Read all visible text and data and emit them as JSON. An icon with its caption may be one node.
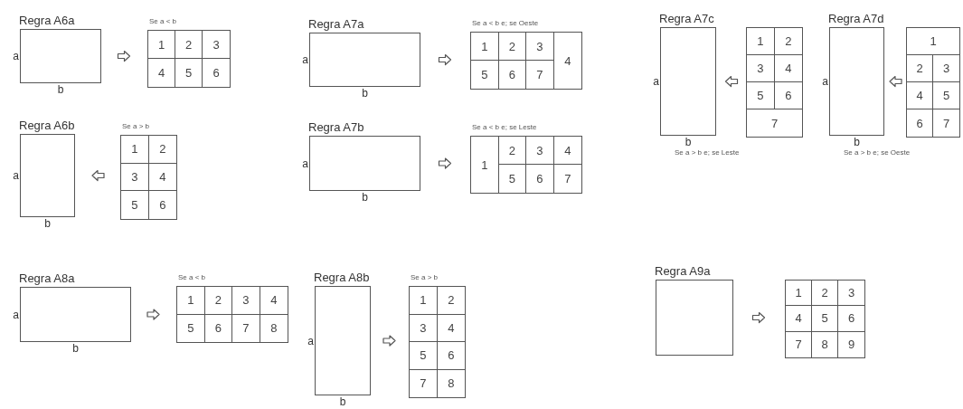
{
  "diagram": {
    "nodes": [
      {
        "text": [
          "Regra A6a"
        ],
        "beside": [
          "a",
          "b"
        ]
      },
      {
        "text": [
          "Se a < b"
        ]
      },
      {
        "text": [
          "1"
        ],
        "in": 1
      },
      {
        "text": [
          "2"
        ],
        "in": 1
      },
      {
        "text": [
          "3"
        ],
        "in": 1
      },
      {
        "text": [
          "4"
        ],
        "in": 1
      },
      {
        "text": [
          "5"
        ],
        "in": 1
      },
      {
        "text": [
          "6"
        ],
        "in": 1
      },
      {
        "text": [
          "Regra A7a"
        ],
        "beside": [
          "a",
          "b"
        ]
      },
      {
        "text": [
          "Se a < b e; se Oeste"
        ]
      },
      {
        "text": [
          "1"
        ],
        "in": 9
      },
      {
        "text": [
          "2"
        ],
        "in": 9
      },
      {
        "text": [
          "3"
        ],
        "in": 9
      },
      {
        "text": [
          "4"
        ],
        "in": 9
      },
      {
        "text": [
          "5"
        ],
        "in": 9
      },
      {
        "text": [
          "6"
        ],
        "in": 9
      },
      {
        "text": [
          "7"
        ],
        "in": 9
      },
      {
        "text": [
          "Regra A7c"
        ],
        "beside": [
          "a",
          "b",
          "Se a > b e; se Leste"
        ]
      },
      {
        "text": [],
        "shape": "box"
      },
      {
        "text": [
          "1"
        ],
        "in": 18
      },
      {
        "text": [
          "2"
        ],
        "in": 18
      },
      {
        "text": [
          "3"
        ],
        "in": 18
      },
      {
        "text": [
          "4"
        ],
        "in": 18
      },
      {
        "text": [
          "5"
        ],
        "in": 18
      },
      {
        "text": [
          "6"
        ],
        "in": 18
      },
      {
        "text": [
          "7"
        ],
        "in": 18
      },
      {
        "text": [
          "Regra A7d"
        ],
        "beside": [
          "a",
          "b",
          "Se a > b e; se Oeste"
        ]
      },
      {
        "text": [],
        "shape": "box"
      },
      {
        "text": [
          "1"
        ],
        "in": 27
      },
      {
        "text": [
          "2"
        ],
        "in": 27
      },
      {
        "text": [
          "3"
        ],
        "in": 27
      },
      {
        "text": [
          "4"
        ],
        "in": 27
      },
      {
        "text": [
          "5"
        ],
        "in": 27
      },
      {
        "text": [
          "6"
        ],
        "in": 27
      },
      {
        "text": [
          "7"
        ],
        "in": 27
      },
      {
        "text": [
          "Regra A6b"
        ],
        "beside": [
          "a",
          "b"
        ]
      },
      {
        "text": [
          "Se a > b"
        ]
      },
      {
        "text": [
          "1"
        ],
        "in": 36
      },
      {
        "text": [
          "2"
        ],
        "in": 36
      },
      {
        "text": [
          "3"
        ],
        "in": 36
      },
      {
        "text": [
          "4"
        ],
        "in": 36
      },
      {
        "text": [
          "5"
        ],
        "in": 36
      },
      {
        "text": [
          "6"
        ],
        "in": 36
      },
      {
        "text": [
          "Regra A7b"
        ],
        "beside": [
          "a",
          "b"
        ]
      },
      {
        "text": [
          "Se a < b e; se Leste"
        ]
      },
      {
        "text": [
          "1"
        ],
        "in": 44
      },
      {
        "text": [
          "2"
        ],
        "in": 44
      },
      {
        "text": [
          "3"
        ],
        "in": 44
      },
      {
        "text": [
          "4"
        ],
        "in": 44
      },
      {
        "text": [
          "5"
        ],
        "in": 44
      },
      {
        "text": [
          "6"
        ],
        "in": 44
      },
      {
        "text": [
          "7"
        ],
        "in": 44
      },
      {
        "text": [
          "Regra A8a"
        ],
        "beside": [
          "a",
          "b"
        ]
      },
      {
        "text": [
          "Se a < b"
        ]
      },
      {
        "text": [
          "1"
        ],
        "in": 53
      },
      {
        "text": [
          "2"
        ],
        "in": 53
      },
      {
        "text": [
          "3"
        ],
        "in": 53
      },
      {
        "text": [
          "4"
        ],
        "in": 53
      },
      {
        "text": [
          "5"
        ],
        "in": 53
      },
      {
        "text": [
          "6"
        ],
        "in": 53
      },
      {
        "text": [
          "7"
        ],
        "in": 53
      },
      {
        "text": [
          "8"
        ],
        "in": 53
      },
      {
        "text": [
          "Regra A8b"
        ],
        "beside": [
          "a",
          "b"
        ]
      },
      {
        "text": [
          "Se a > b"
        ]
      },
      {
        "text": [
          "1"
        ],
        "in": 63
      },
      {
        "text": [
          "2"
        ],
        "in": 63
      },
      {
        "text": [
          "3"
        ],
        "in": 63
      },
      {
        "text": [
          "4"
        ],
        "in": 63
      },
      {
        "text": [
          "5"
        ],
        "in": 63
      },
      {
        "text": [
          "6"
        ],
        "in": 63
      },
      {
        "text": [
          "7"
        ],
        "in": 63
      },
      {
        "text": [
          "8"
        ],
        "in": 63
      },
      {
        "text": [
          "Regra A9a"
        ]
      },
      {
        "text": [],
        "shape": "box"
      },
      {
        "text": [
          "1"
        ],
        "in": 73
      },
      {
        "text": [
          "2"
        ],
        "in": 73
      },
      {
        "text": [
          "3"
        ],
        "in": 73
      },
      {
        "text": [
          "4"
        ],
        "in": 73
      },
      {
        "text": [
          "5"
        ],
        "in": 73
      },
      {
        "text": [
          "6"
        ],
        "in": 73
      },
      {
        "text": [
          "7"
        ],
        "in": 73
      },
      {
        "text": [
          "8"
        ],
        "in": 73
      },
      {
        "text": [
          "9"
        ],
        "in": 73
      }
    ],
    "edges": [
      {
        "from": 0,
        "to": 1,
        "arrow": "to"
      },
      {
        "from": 8,
        "to": 9,
        "arrow": "to"
      },
      {
        "from": 18,
        "to": 17,
        "arrow": "to"
      },
      {
        "from": 27,
        "to": 26,
        "arrow": "to"
      },
      {
        "from": 36,
        "to": 35,
        "arrow": "to"
      },
      {
        "from": 43,
        "to": 44,
        "arrow": "to"
      },
      {
        "from": 52,
        "to": 53,
        "arrow": "to"
      },
      {
        "from": 62,
        "to": 63,
        "arrow": "to"
      },
      {
        "from": 72,
        "to": 73,
        "arrow": "to"
      }
    ]
  }
}
